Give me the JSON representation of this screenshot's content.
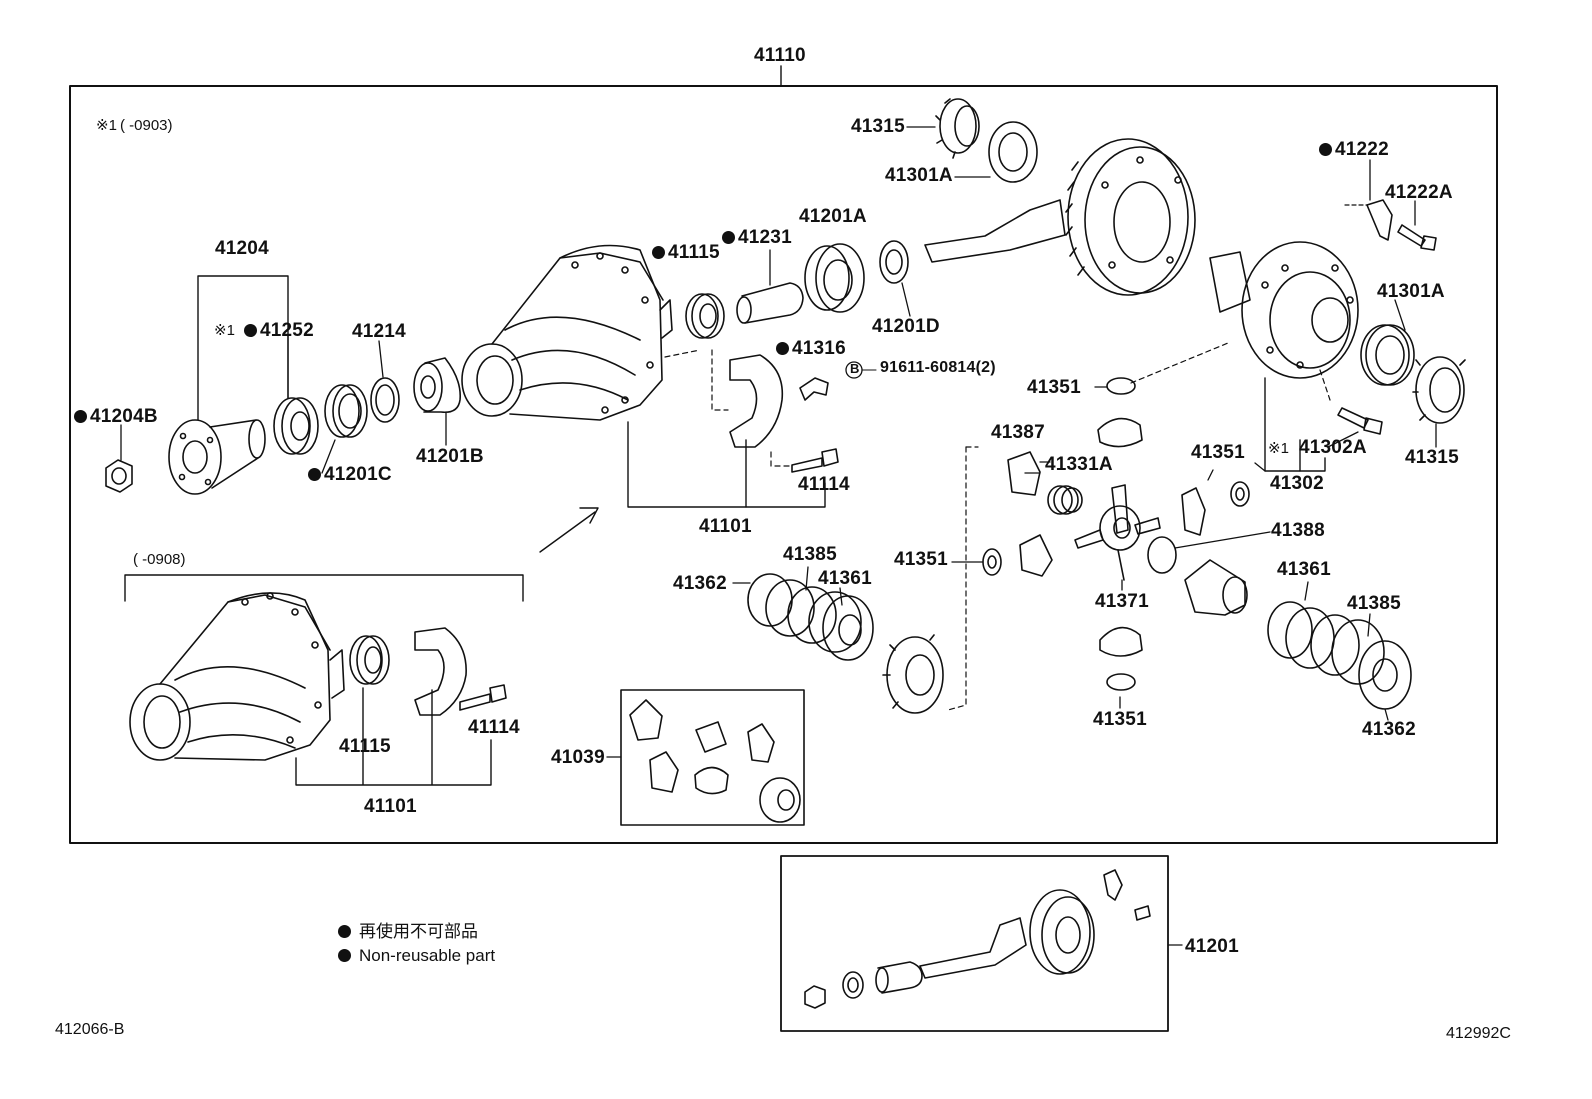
{
  "labels": {
    "l41110": "41110",
    "l41315a": "41315",
    "l41301a_top": "41301A",
    "l41222": "41222",
    "l41222a": "41222A",
    "l41115_top": "41115",
    "l41231": "41231",
    "l41201a": "41201A",
    "l41204": "41204",
    "l41252": "41252",
    "l41214": "41214",
    "l41201d": "41201D",
    "l41301a_right": "41301A",
    "l41316": "41316",
    "l91611": "91611-60814(2)",
    "l41204b": "41204B",
    "l41201b": "41201B",
    "l41201c": "41201C",
    "l41351_a": "41351",
    "l41387": "41387",
    "l41331a": "41331A",
    "l41351_b": "41351",
    "l41302a": "41302A",
    "l41315b": "41315",
    "l41302": "41302",
    "l41114_top": "41114",
    "l41101_top": "41101",
    "l41388": "41388",
    "l41385_a": "41385",
    "l41362_a": "41362",
    "l41361_a": "41361",
    "l41351_c": "41351",
    "l41371": "41371",
    "l41361_b": "41361",
    "l41385_b": "41385",
    "l41351_d": "41351",
    "l41362_b": "41362",
    "l41039": "41039",
    "l41115_bot": "41115",
    "l41114_bot": "41114",
    "l41101_bot": "41101",
    "l41201": "41201"
  },
  "notes": {
    "note1_mark": "※1",
    "note1_range": "(      -0903)",
    "mark_41252": "※1",
    "mark_41302a": "※1",
    "inset_range": "(      -0908)",
    "bolt_symbol": "B"
  },
  "legend": {
    "jp": "再使用不可部品",
    "en": "Non-reusable part"
  },
  "footer": {
    "left_code": "412066-B",
    "right_code": "412992C"
  }
}
